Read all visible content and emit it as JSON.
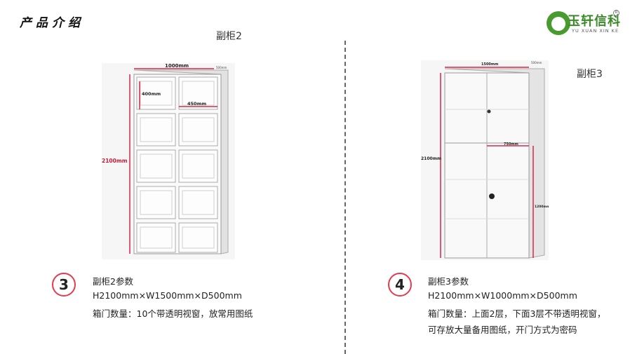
{
  "header": {
    "title": "产品介绍"
  },
  "logo": {
    "name": "玉轩信科",
    "sub": "YU XUAN XIN KE",
    "reg": "R"
  },
  "left": {
    "title": "副柜2",
    "dims": {
      "width": "1000mm",
      "depth": "500mm",
      "height": "2100mm",
      "door_h": "400mm",
      "door_w": "450mm"
    },
    "number": "3",
    "params_title": "副柜2参数",
    "size": "H2100mm×W1500mm×D500mm",
    "desc": "箱门数量：10个带透明视窗，放常用图纸"
  },
  "right": {
    "title": "副柜3",
    "dims": {
      "width": "1500mm",
      "depth": "500mm",
      "height": "2100mm",
      "door_w": "750mm",
      "lower_h": "1200mm"
    },
    "number": "4",
    "params_title": "副柜3参数",
    "size": "H2100mm×W1000mm×D500mm",
    "desc1": "箱门数量：上面2层，下面3层不带透明视窗，",
    "desc2": "可存放大量备用图纸，开门方式为密码"
  },
  "colors": {
    "accent": "#e33b50",
    "brand": "#4a9b2f",
    "dim_line": "#d9264a"
  }
}
